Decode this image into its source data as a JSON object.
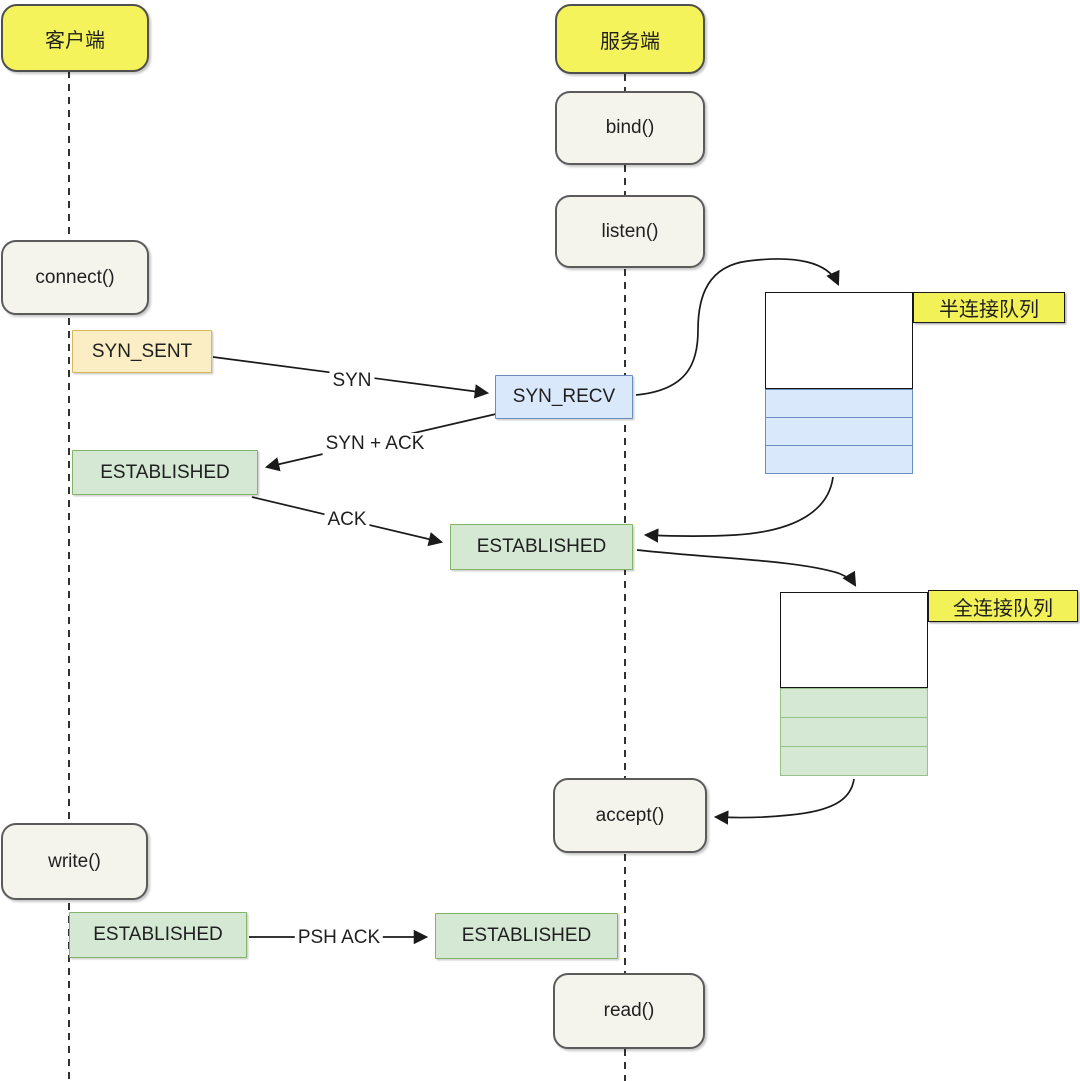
{
  "actors": {
    "client": "客户端",
    "server": "服务端"
  },
  "calls": {
    "connect": "connect()",
    "bind": "bind()",
    "listen": "listen()",
    "accept": "accept()",
    "write": "write()",
    "read": "read()"
  },
  "states": {
    "syn_sent": "SYN_SENT",
    "syn_recv": "SYN_RECV",
    "established": "ESTABLISHED"
  },
  "messages": {
    "syn": "SYN",
    "syn_ack": "SYN + ACK",
    "ack": "ACK",
    "psh_ack": "PSH ACK"
  },
  "queues": {
    "half": {
      "label": "半连接队列",
      "rows": 3
    },
    "full": {
      "label": "全连接队列",
      "rows": 3
    }
  },
  "colors": {
    "actor_fill": "#F4F35B",
    "call_fill": "#F5F4EC",
    "call_border": "#5B5B5B",
    "syn_sent_fill": "#FBEDC4",
    "syn_sent_border": "#D6B656",
    "syn_recv_fill": "#DAE8FC",
    "syn_recv_border": "#6C8EBF",
    "established_fill": "#D5E8D4",
    "established_border": "#82B366",
    "queue_label_fill": "#F2F157",
    "line_color": "#1A1A1A"
  }
}
